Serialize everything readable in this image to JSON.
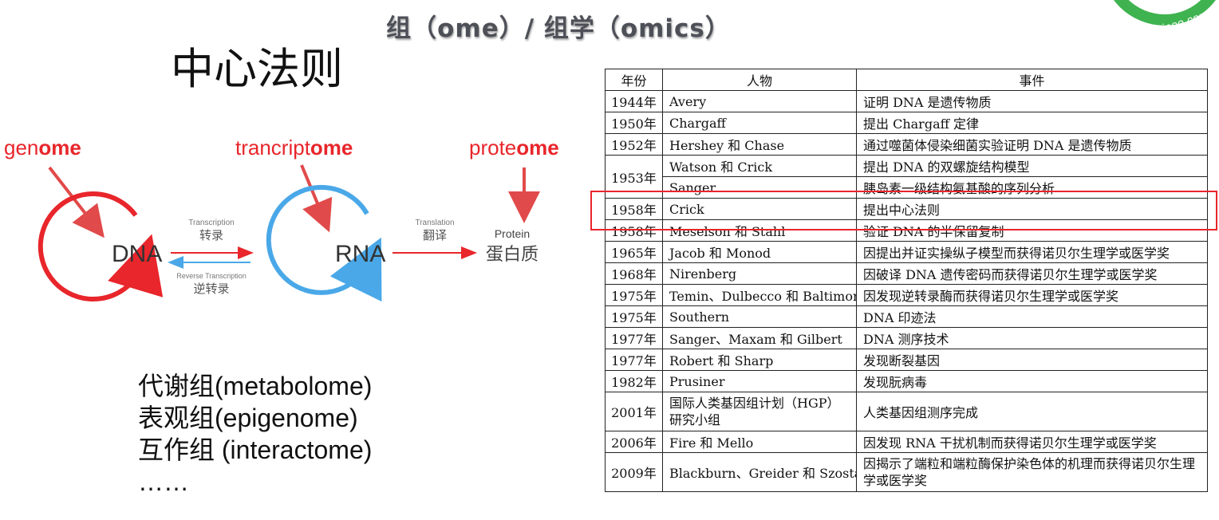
{
  "header": {
    "title": "组（ome）/ 组学（omics）"
  },
  "logo": {
    "text": "Biotrainee.com",
    "icon": "dna-helix-icon",
    "color": "#3fb34f"
  },
  "slide": {
    "title": "中心法则"
  },
  "diagram": {
    "labels": {
      "genome_prefix": "gen",
      "genome_suffix": "ome",
      "transcriptome_prefix": "trancript",
      "transcriptome_suffix": "ome",
      "proteome_prefix": "prote",
      "proteome_suffix": "ome"
    },
    "nodes": {
      "dna": "DNA",
      "rna": "RNA",
      "protein_en": "Protein",
      "protein_cn": "蛋白质"
    },
    "edges": {
      "transcription_en": "Transcription",
      "transcription_cn": "转录",
      "reverse_en": "Reverse Transcription",
      "reverse_cn": "逆转录",
      "translation_en": "Translation",
      "translation_cn": "翻译"
    },
    "colors": {
      "red": "#e8262b",
      "blue": "#4aa8e8",
      "arrow": "#e14a4a"
    }
  },
  "omics_list": [
    "代谢组(metabolome)",
    "表观组(epigenome)",
    "互作组 (interactome)",
    "……"
  ],
  "table": {
    "headers": [
      "年份",
      "人物",
      "事件"
    ],
    "rows": [
      {
        "year": "1944年",
        "person": "Avery",
        "event": "证明 DNA 是遗传物质"
      },
      {
        "year": "1950年",
        "person": "Chargaff",
        "event": "提出 Chargaff 定律"
      },
      {
        "year": "1952年",
        "person": "Hershey 和 Chase",
        "event": "通过噬菌体侵染细菌实验证明 DNA 是遗传物质"
      },
      {
        "year": "1953年",
        "person": "Watson 和 Crick",
        "event": "提出 DNA 的双螺旋结构模型"
      },
      {
        "year": "",
        "person": "Sanger",
        "event": "胰岛素一级结构氨基酸的序列分析"
      },
      {
        "year": "1958年",
        "person": "Crick",
        "event": "提出中心法则"
      },
      {
        "year": "1958年",
        "person": "Meselson 和 Stahl",
        "event": "验证 DNA 的半保留复制"
      },
      {
        "year": "1965年",
        "person": "Jacob 和 Monod",
        "event": "因提出并证实操纵子模型而获得诺贝尔生理学或医学奖"
      },
      {
        "year": "1968年",
        "person": "Nirenberg",
        "event": "因破译 DNA 遗传密码而获得诺贝尔生理学或医学奖"
      },
      {
        "year": "1975年",
        "person": "Temin、Dulbecco 和 Baltimore",
        "event": "因发现逆转录酶而获得诺贝尔生理学或医学奖"
      },
      {
        "year": "1975年",
        "person": "Southern",
        "event": "DNA 印迹法"
      },
      {
        "year": "1977年",
        "person": "Sanger、Maxam 和 Gilbert",
        "event": "DNA 测序技术"
      },
      {
        "year": "1977年",
        "person": "Robert 和 Sharp",
        "event": "发现断裂基因"
      },
      {
        "year": "1982年",
        "person": "Prusiner",
        "event": "发现朊病毒"
      },
      {
        "year": "2001年",
        "person": "国际人类基因组计划（HGP）研究小组",
        "event": "人类基因组测序完成"
      },
      {
        "year": "2006年",
        "person": "Fire 和 Mello",
        "event": "因发现 RNA 干扰机制而获得诺贝尔生理学或医学奖"
      },
      {
        "year": "2009年",
        "person": "Blackburn、Greider 和 Szostak",
        "event": "因揭示了端粒和端粒酶保护染色体的机理而获得诺贝尔生理学或医学奖"
      }
    ],
    "highlight_color": "#e8262b"
  }
}
